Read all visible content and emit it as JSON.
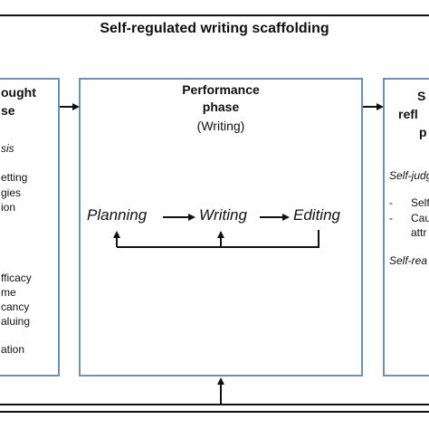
{
  "title": "Self-regulated writing scaffolding",
  "center": {
    "title_line1": "Performance",
    "title_line2": "phase",
    "subtitle": "(Writing)",
    "steps": [
      "Planning",
      "Writing",
      "Editing"
    ]
  },
  "left": {
    "title_line1": "ought",
    "title_line2": "se",
    "heading_fragment": "sis",
    "items": [
      "etting",
      "gies",
      "ion",
      "fficacy",
      "me",
      "cancy",
      "aluing",
      "ation"
    ]
  },
  "right": {
    "title_line1": "S",
    "title_line2": "refl",
    "title_line3": "p",
    "self_judgment_fragment": "Self-judg",
    "bullet1_dash": "-",
    "bullet1_text": "Self",
    "bullet2_dash": "-",
    "bullet2_text": "Cau",
    "bullet2_cont": "attr",
    "self_reaction_fragment": "Self-rea"
  }
}
